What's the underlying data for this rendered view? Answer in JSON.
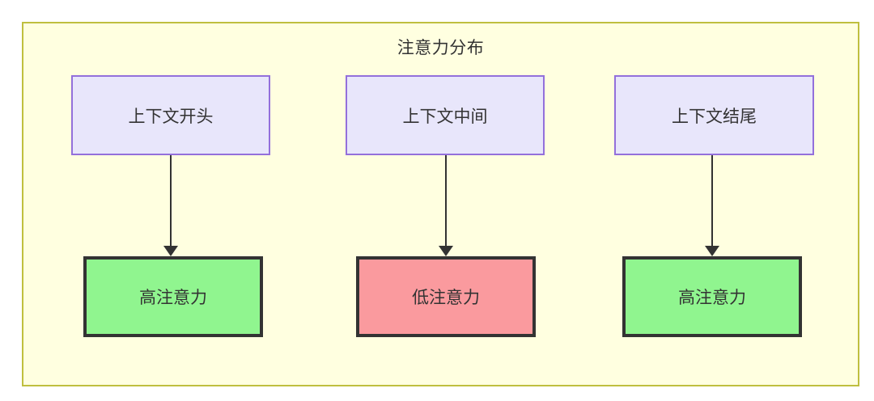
{
  "diagram": {
    "cluster": {
      "title": "注意力分布",
      "fill": "#ffffe0",
      "stroke": "#bfbf3f"
    },
    "nodes": {
      "top": [
        {
          "id": "ctx-start",
          "label": "上下文开头",
          "fill": "#e8e6fb",
          "stroke": "#9370db"
        },
        {
          "id": "ctx-middle",
          "label": "上下文中间",
          "fill": "#e8e6fb",
          "stroke": "#9370db"
        },
        {
          "id": "ctx-end",
          "label": "上下文结尾",
          "fill": "#e8e6fb",
          "stroke": "#9370db"
        }
      ],
      "bottom": [
        {
          "id": "attn-high-1",
          "label": "高注意力",
          "fill": "#90f58f",
          "stroke": "#333333"
        },
        {
          "id": "attn-low",
          "label": "低注意力",
          "fill": "#fa9a9e",
          "stroke": "#333333"
        },
        {
          "id": "attn-high-2",
          "label": "高注意力",
          "fill": "#90f58f",
          "stroke": "#333333"
        }
      ]
    },
    "edges": [
      {
        "id": "edge-1",
        "from": "上下文开头",
        "to": "高注意力",
        "arrow": "arrow-down-icon"
      },
      {
        "id": "edge-2",
        "from": "上下文中间",
        "to": "低注意力",
        "arrow": "arrow-down-icon"
      },
      {
        "id": "edge-3",
        "from": "上下文结尾",
        "to": "高注意力",
        "arrow": "arrow-down-icon"
      }
    ]
  }
}
